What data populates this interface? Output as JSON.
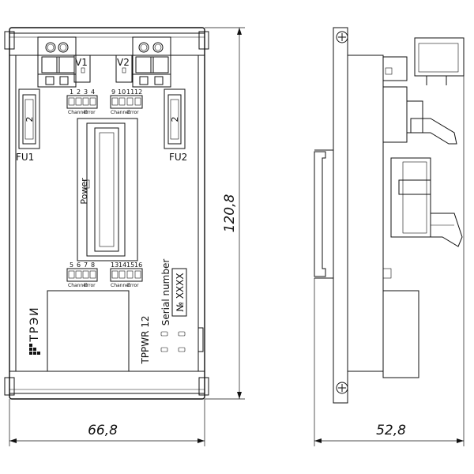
{
  "front": {
    "v1": "V1",
    "v2": "V2",
    "fu1": "FU1",
    "fu2": "FU2",
    "fuse_digit": "2",
    "power": "Power",
    "channel": "Channel",
    "error": "Error",
    "top_left_pins": [
      "1",
      "2",
      "3",
      "4"
    ],
    "top_right_pins": [
      "9",
      "10",
      "11",
      "12"
    ],
    "bottom_left_pins": [
      "5",
      "6",
      "7",
      "8"
    ],
    "bottom_right_pins": [
      "13",
      "14",
      "15",
      "16"
    ],
    "serial_label": "Serial number",
    "serial_value": "№ XXXX",
    "model": "TPPWR 12",
    "brand": "ТРЭИ"
  },
  "dimensions": {
    "height": "120,8",
    "width_front": "66,8",
    "width_side": "52,8"
  }
}
